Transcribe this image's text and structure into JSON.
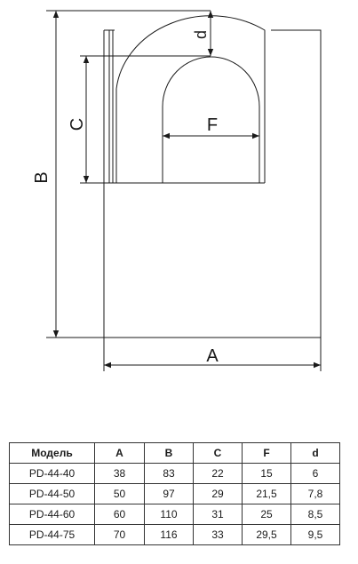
{
  "diagram": {
    "labels": {
      "A": "A",
      "B": "B",
      "C": "C",
      "F": "F",
      "d": "d"
    },
    "line_color": "#1a1a1a"
  },
  "table": {
    "headers": [
      "Модель",
      "A",
      "B",
      "C",
      "F",
      "d"
    ],
    "rows": [
      [
        "PD-44-40",
        "38",
        "83",
        "22",
        "15",
        "6"
      ],
      [
        "PD-44-50",
        "50",
        "97",
        "29",
        "21,5",
        "7,8"
      ],
      [
        "PD-44-60",
        "60",
        "110",
        "31",
        "25",
        "8,5"
      ],
      [
        "PD-44-75",
        "70",
        "116",
        "33",
        "29,5",
        "9,5"
      ]
    ]
  }
}
